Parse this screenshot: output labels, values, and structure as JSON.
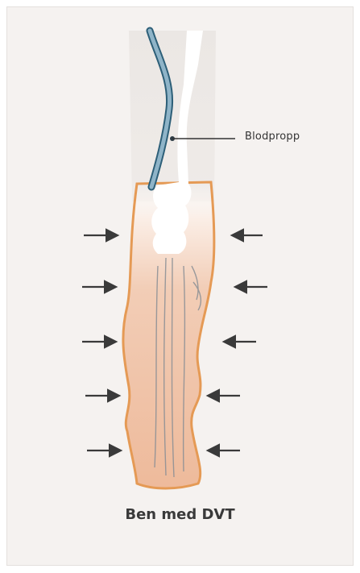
{
  "callout": {
    "label": "Blodpropp"
  },
  "caption": {
    "title": "Ben med DVT"
  },
  "colors": {
    "panel_background": "#f5f2f0",
    "leg_fill": "#f2c4a8",
    "leg_outline": "#e59a55",
    "vein_blue": "#8fb4c8",
    "vein_edge": "#2d5f78",
    "arrow": "#3a3a3a"
  },
  "arrows": {
    "left_count": 5,
    "right_count": 5
  }
}
